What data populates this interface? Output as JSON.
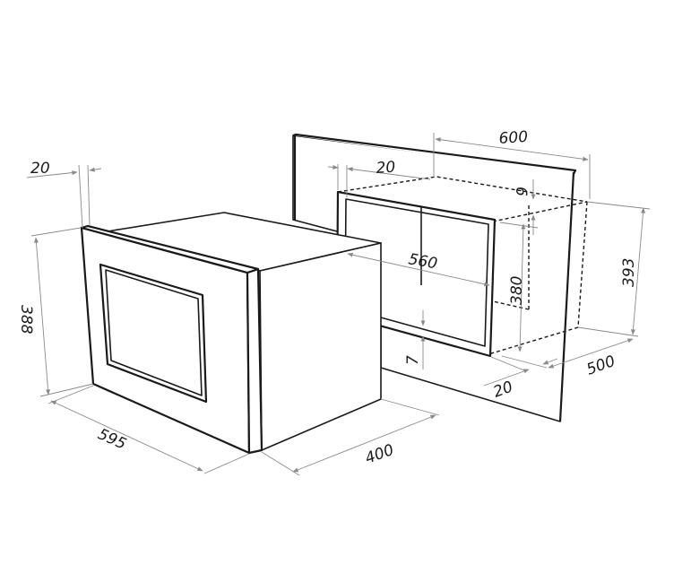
{
  "dimensions": {
    "oven_frame_thickness": "20",
    "oven_height": "388",
    "oven_width": "595",
    "oven_depth": "400",
    "niche_panel_width": "600",
    "niche_inner_offset": "20",
    "niche_top_gap": "6",
    "niche_inner_width": "560",
    "niche_inner_height": "380",
    "niche_outer_height": "393",
    "niche_bottom_offset": "7",
    "niche_depth": "500",
    "niche_front_offset": "20"
  },
  "colors": {
    "line": "#1a1a1a",
    "dimension": "#8a8a8a",
    "background": "#ffffff"
  }
}
